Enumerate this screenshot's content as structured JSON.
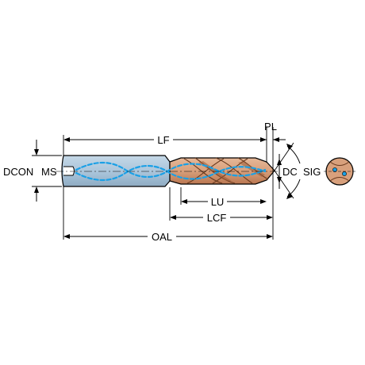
{
  "labels": {
    "lf": "LF",
    "pl": "PL",
    "dcon": "DCON",
    "ms": "MS",
    "dc": "DC",
    "sig": "SIG",
    "lu": "LU",
    "lcf": "LCF",
    "oal": "OAL"
  },
  "colors": {
    "shank": "#a9c4da",
    "shank_shadow": "#8eabc2",
    "body": "#d8a07c",
    "body_dark": "#b97650",
    "coolant": "#1aa0e6",
    "outline": "#000000",
    "end_face": "#d8a07c"
  }
}
